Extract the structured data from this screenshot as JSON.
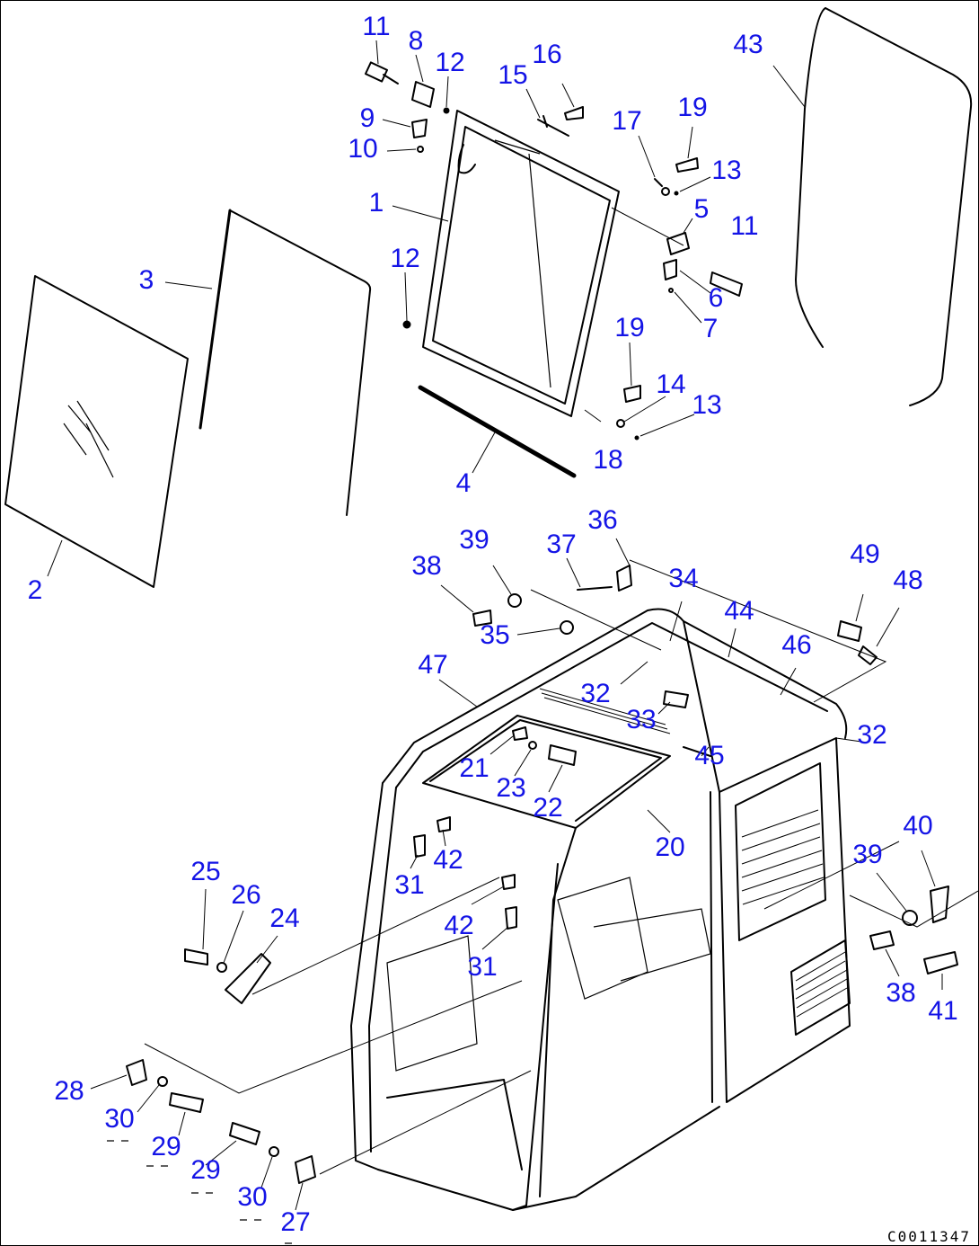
{
  "diagram": {
    "drawing_code": "C0011347",
    "callouts": [
      {
        "label": "11"
      },
      {
        "label": "8"
      },
      {
        "label": "12"
      },
      {
        "label": "16"
      },
      {
        "label": "15"
      },
      {
        "label": "43"
      },
      {
        "label": "9"
      },
      {
        "label": "10"
      },
      {
        "label": "17"
      },
      {
        "label": "19"
      },
      {
        "label": "13"
      },
      {
        "label": "1"
      },
      {
        "label": "5"
      },
      {
        "label": "11"
      },
      {
        "label": "3"
      },
      {
        "label": "12"
      },
      {
        "label": "6"
      },
      {
        "label": "7"
      },
      {
        "label": "19"
      },
      {
        "label": "14"
      },
      {
        "label": "13"
      },
      {
        "label": "18"
      },
      {
        "label": "4"
      },
      {
        "label": "2"
      },
      {
        "label": "36"
      },
      {
        "label": "39"
      },
      {
        "label": "37"
      },
      {
        "label": "38"
      },
      {
        "label": "49"
      },
      {
        "label": "48"
      },
      {
        "label": "34"
      },
      {
        "label": "35"
      },
      {
        "label": "44"
      },
      {
        "label": "47"
      },
      {
        "label": "46"
      },
      {
        "label": "32"
      },
      {
        "label": "33"
      },
      {
        "label": "32"
      },
      {
        "label": "45"
      },
      {
        "label": "21"
      },
      {
        "label": "23"
      },
      {
        "label": "22"
      },
      {
        "label": "40"
      },
      {
        "label": "20"
      },
      {
        "label": "42"
      },
      {
        "label": "39"
      },
      {
        "label": "25"
      },
      {
        "label": "26"
      },
      {
        "label": "31"
      },
      {
        "label": "24"
      },
      {
        "label": "42"
      },
      {
        "label": "31"
      },
      {
        "label": "38"
      },
      {
        "label": "41"
      },
      {
        "label": "28"
      },
      {
        "label": "30"
      },
      {
        "label": "29"
      },
      {
        "label": "29"
      },
      {
        "label": "30"
      },
      {
        "label": "27"
      }
    ]
  }
}
